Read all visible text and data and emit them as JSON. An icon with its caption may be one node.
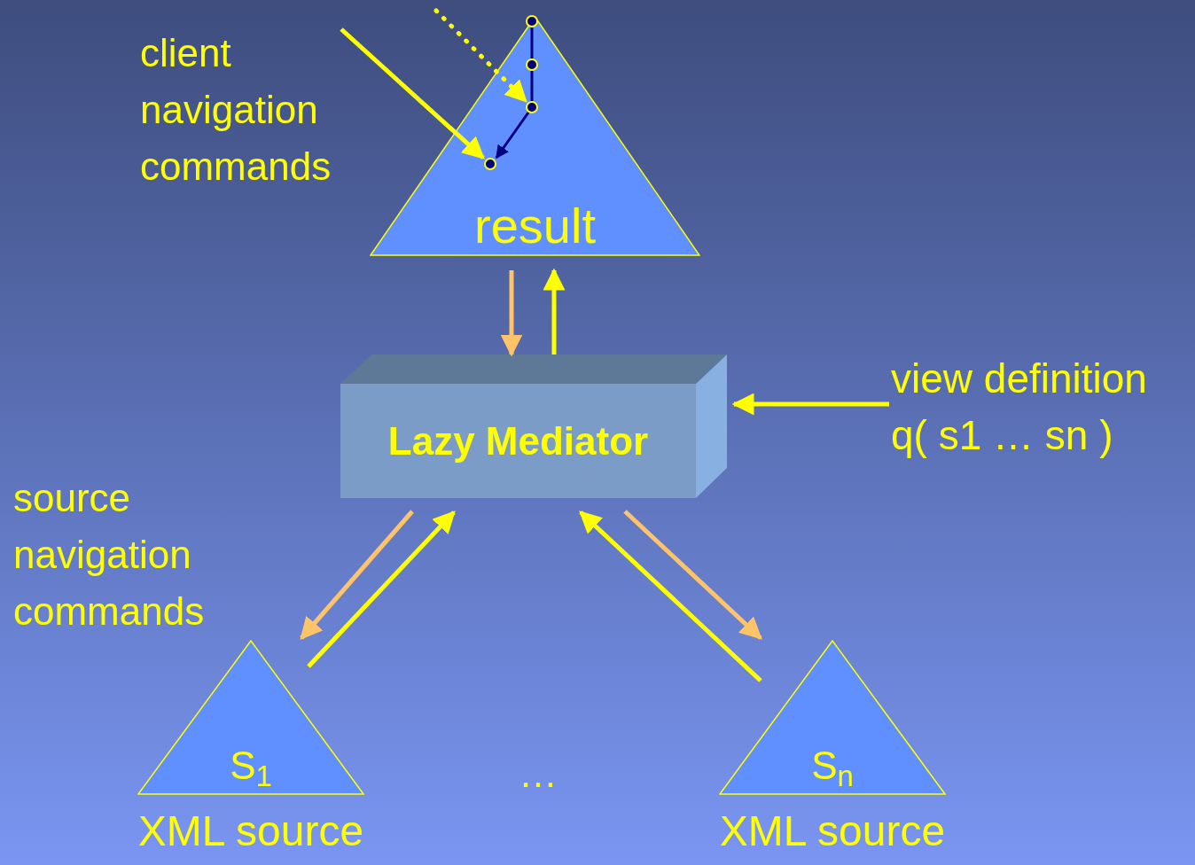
{
  "diagram": {
    "nodes": [
      {
        "text": [
          "result"
        ]
      },
      {
        "text": [],
        "shape": "circle",
        "in": 0
      },
      {
        "text": [],
        "shape": "circle",
        "in": 0
      },
      {
        "text": [],
        "shape": "circle",
        "in": 0
      },
      {
        "text": [],
        "shape": "circle",
        "in": 0
      },
      {
        "text": [
          "client navigation commands"
        ]
      },
      {
        "text": [
          "Lazy Mediator"
        ]
      },
      {
        "text": [
          "view definition",
          "q( s1 … sn )"
        ]
      },
      {
        "text": [
          "S$_{1}$"
        ],
        "beside": [
          "XML source"
        ]
      },
      {
        "text": [
          "S$_{n}$"
        ],
        "beside": [
          "XML source"
        ]
      }
    ],
    "edges": [
      {
        "from": 5,
        "to": 4,
        "arrow": "to"
      },
      {
        "from": null,
        "to": 3,
        "arrow": "to",
        "style": "dashed"
      },
      {
        "from": 1,
        "to": 2,
        "arrow": "none",
        "color": "#000080"
      },
      {
        "from": 2,
        "to": 3,
        "arrow": "none",
        "color": "#000080"
      },
      {
        "from": 3,
        "to": 4,
        "arrow": "to",
        "color": "#000080"
      },
      {
        "from": 0,
        "to": 6,
        "arrow": "to",
        "color": "#ffc36a"
      },
      {
        "from": 6,
        "to": 0,
        "arrow": "to"
      },
      {
        "from": 7,
        "to": 6,
        "arrow": "to"
      },
      {
        "from": 6,
        "to": 8,
        "arrow": "to",
        "color": "#ffc36a"
      },
      {
        "from": 8,
        "to": 6,
        "arrow": "to"
      },
      {
        "from": 9,
        "to": 6,
        "arrow": "to"
      },
      {
        "from": 6,
        "to": 9,
        "arrow": "to",
        "color": "#ffc36a"
      }
    ],
    "labels": [
      "source navigation commands",
      "…"
    ]
  }
}
